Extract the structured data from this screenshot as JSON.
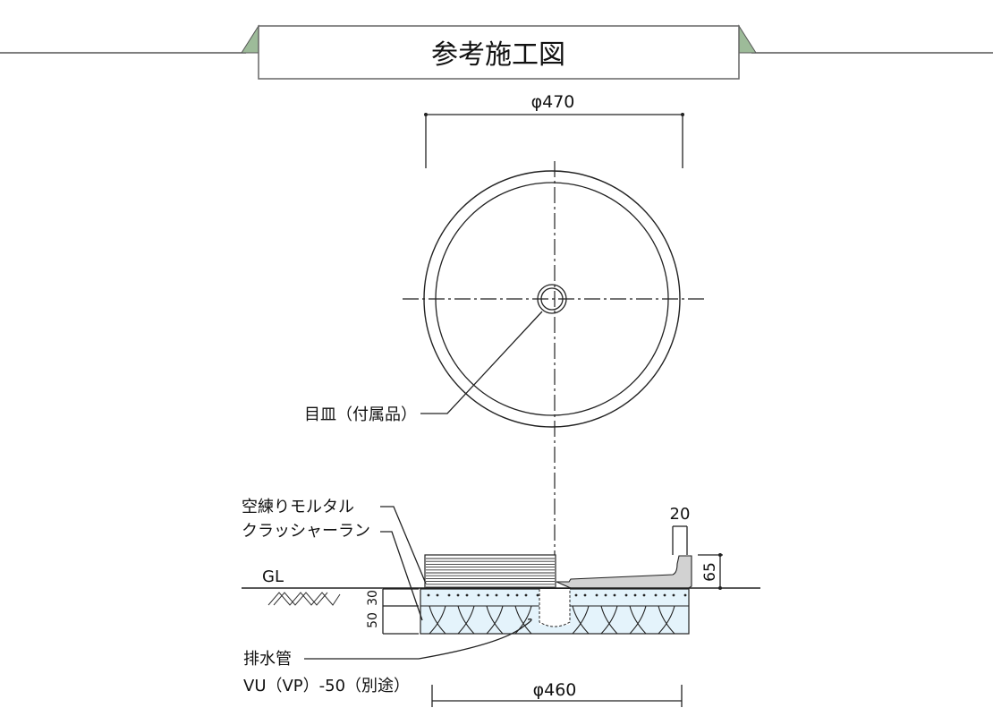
{
  "title": "参考施工図",
  "colors": {
    "ribbon_green": "#9dbb99",
    "base_fill": "#e4f3fb",
    "stone_fill": "#d2d2d2"
  },
  "plan_view": {
    "diameter_label": "φ470",
    "drain_plate_label": "目皿（付属品）"
  },
  "section_view": {
    "gl_label": "GL",
    "mortar_label": "空練りモルタル",
    "crusher_run_label": "クラッシャーラン",
    "drain_pipe_label": "排水管",
    "drain_pipe_spec": "VU（VP）-50（別途）",
    "rim_width_label": "20",
    "height_label": "65",
    "mortar_thickness_label": "30",
    "crusher_thickness_label": "50",
    "base_diameter_label": "φ460"
  }
}
